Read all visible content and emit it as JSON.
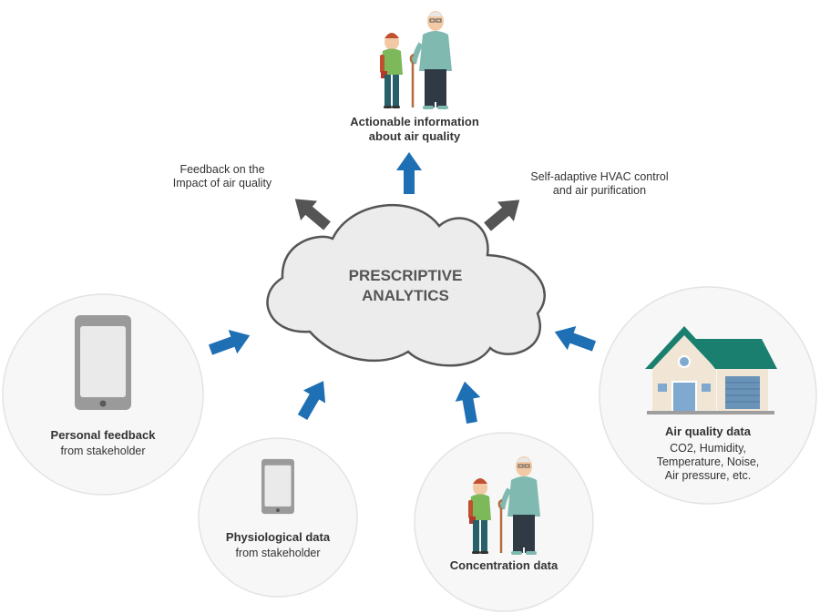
{
  "center": {
    "line1": "PRESCRIPTIVE",
    "line2": "ANALYTICS"
  },
  "outputs": {
    "top": {
      "line1": "Actionable information",
      "line2": "about air quality"
    },
    "left": {
      "line1": "Feedback on the",
      "line2": "Impact of air quality"
    },
    "right": {
      "line1": "Self-adaptive HVAC control",
      "line2": "and air purification"
    }
  },
  "inputs": {
    "personal_feedback": {
      "title": "Personal feedback",
      "subtitle": "from stakeholder"
    },
    "physiological_data": {
      "title": "Physiological data",
      "subtitle": "from stakeholder"
    },
    "concentration_data": {
      "title": "Concentration data"
    },
    "air_quality_data": {
      "title": "Air quality data",
      "line1": "CO2, Humidity,",
      "line2": "Temperature, Noise,",
      "line3": "Air pressure, etc."
    }
  },
  "colors": {
    "input_arrow": "#1f6fb5",
    "output_arrow_gray": "#555555",
    "output_arrow_blue": "#1f6fb5",
    "cloud_fill": "#ececec",
    "cloud_stroke": "#555555",
    "house_roof": "#1b7f70"
  }
}
